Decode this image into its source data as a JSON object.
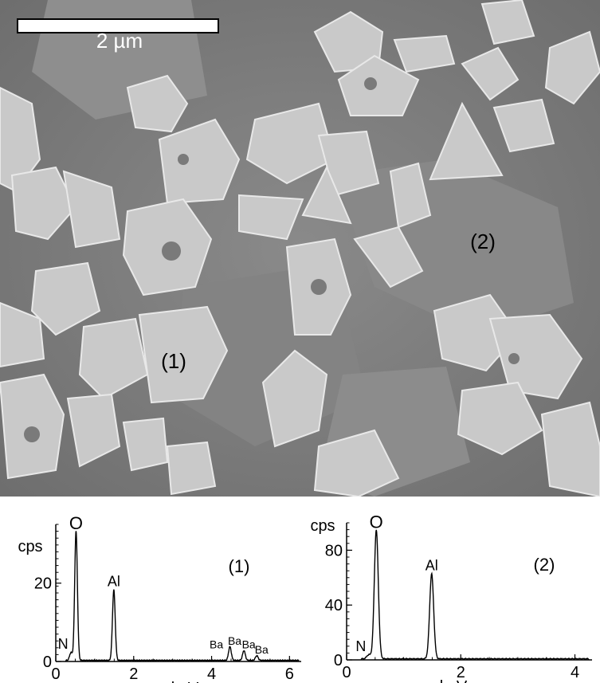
{
  "sem_image": {
    "scale_bar_label": "2 µm",
    "region_labels": [
      "(1)",
      "(2)"
    ],
    "colors": {
      "background": "#7d7d7d",
      "crystal": "#c8c8c8",
      "crystal_edge": "#e6e6e6"
    }
  },
  "chart_data": [
    {
      "type": "line",
      "panel_label": "(1)",
      "xlabel": "keV",
      "ylabel": "cps",
      "xlim": [
        0,
        6.3
      ],
      "ylim": [
        0,
        35
      ],
      "x_ticks": [
        0,
        2,
        4,
        6
      ],
      "y_ticks": [
        0,
        20
      ],
      "peaks": [
        {
          "element": "N",
          "energy": 0.39,
          "counts": 2
        },
        {
          "element": "O",
          "energy": 0.52,
          "counts": 33
        },
        {
          "element": "Al",
          "energy": 1.49,
          "counts": 18
        },
        {
          "element": "Ba",
          "energy": 4.47,
          "counts": 3.5
        },
        {
          "element": "Ba",
          "energy": 4.83,
          "counts": 2.5
        },
        {
          "element": "Ba",
          "energy": 5.16,
          "counts": 1.2
        }
      ],
      "labels": [
        {
          "text": "N",
          "energy": 0.39,
          "counts": 2
        },
        {
          "text": "O",
          "energy": 0.52,
          "counts": 33
        },
        {
          "text": "Al",
          "energy": 1.49,
          "counts": 18
        },
        {
          "text": "Ba",
          "energy": 4.0,
          "counts": 2.5
        },
        {
          "text": "Ba",
          "energy": 4.47,
          "counts": 3.5
        },
        {
          "text": "Ba",
          "energy": 4.83,
          "counts": 2.5
        },
        {
          "text": "Ba",
          "energy": 5.16,
          "counts": 1.2
        }
      ]
    },
    {
      "type": "line",
      "panel_label": "(2)",
      "xlabel": "keV",
      "ylabel": "cps",
      "xlim": [
        0,
        4.3
      ],
      "ylim": [
        0,
        100
      ],
      "x_ticks": [
        0,
        2,
        4
      ],
      "y_ticks": [
        0,
        40,
        80
      ],
      "peaks": [
        {
          "element": "N",
          "energy": 0.39,
          "counts": 3
        },
        {
          "element": "O",
          "energy": 0.52,
          "counts": 94
        },
        {
          "element": "Al",
          "energy": 1.49,
          "counts": 62
        }
      ],
      "labels": [
        {
          "text": "N",
          "energy": 0.39,
          "counts": 3
        },
        {
          "text": "O",
          "energy": 0.52,
          "counts": 94
        },
        {
          "text": "Al",
          "energy": 1.49,
          "counts": 62
        }
      ]
    }
  ]
}
